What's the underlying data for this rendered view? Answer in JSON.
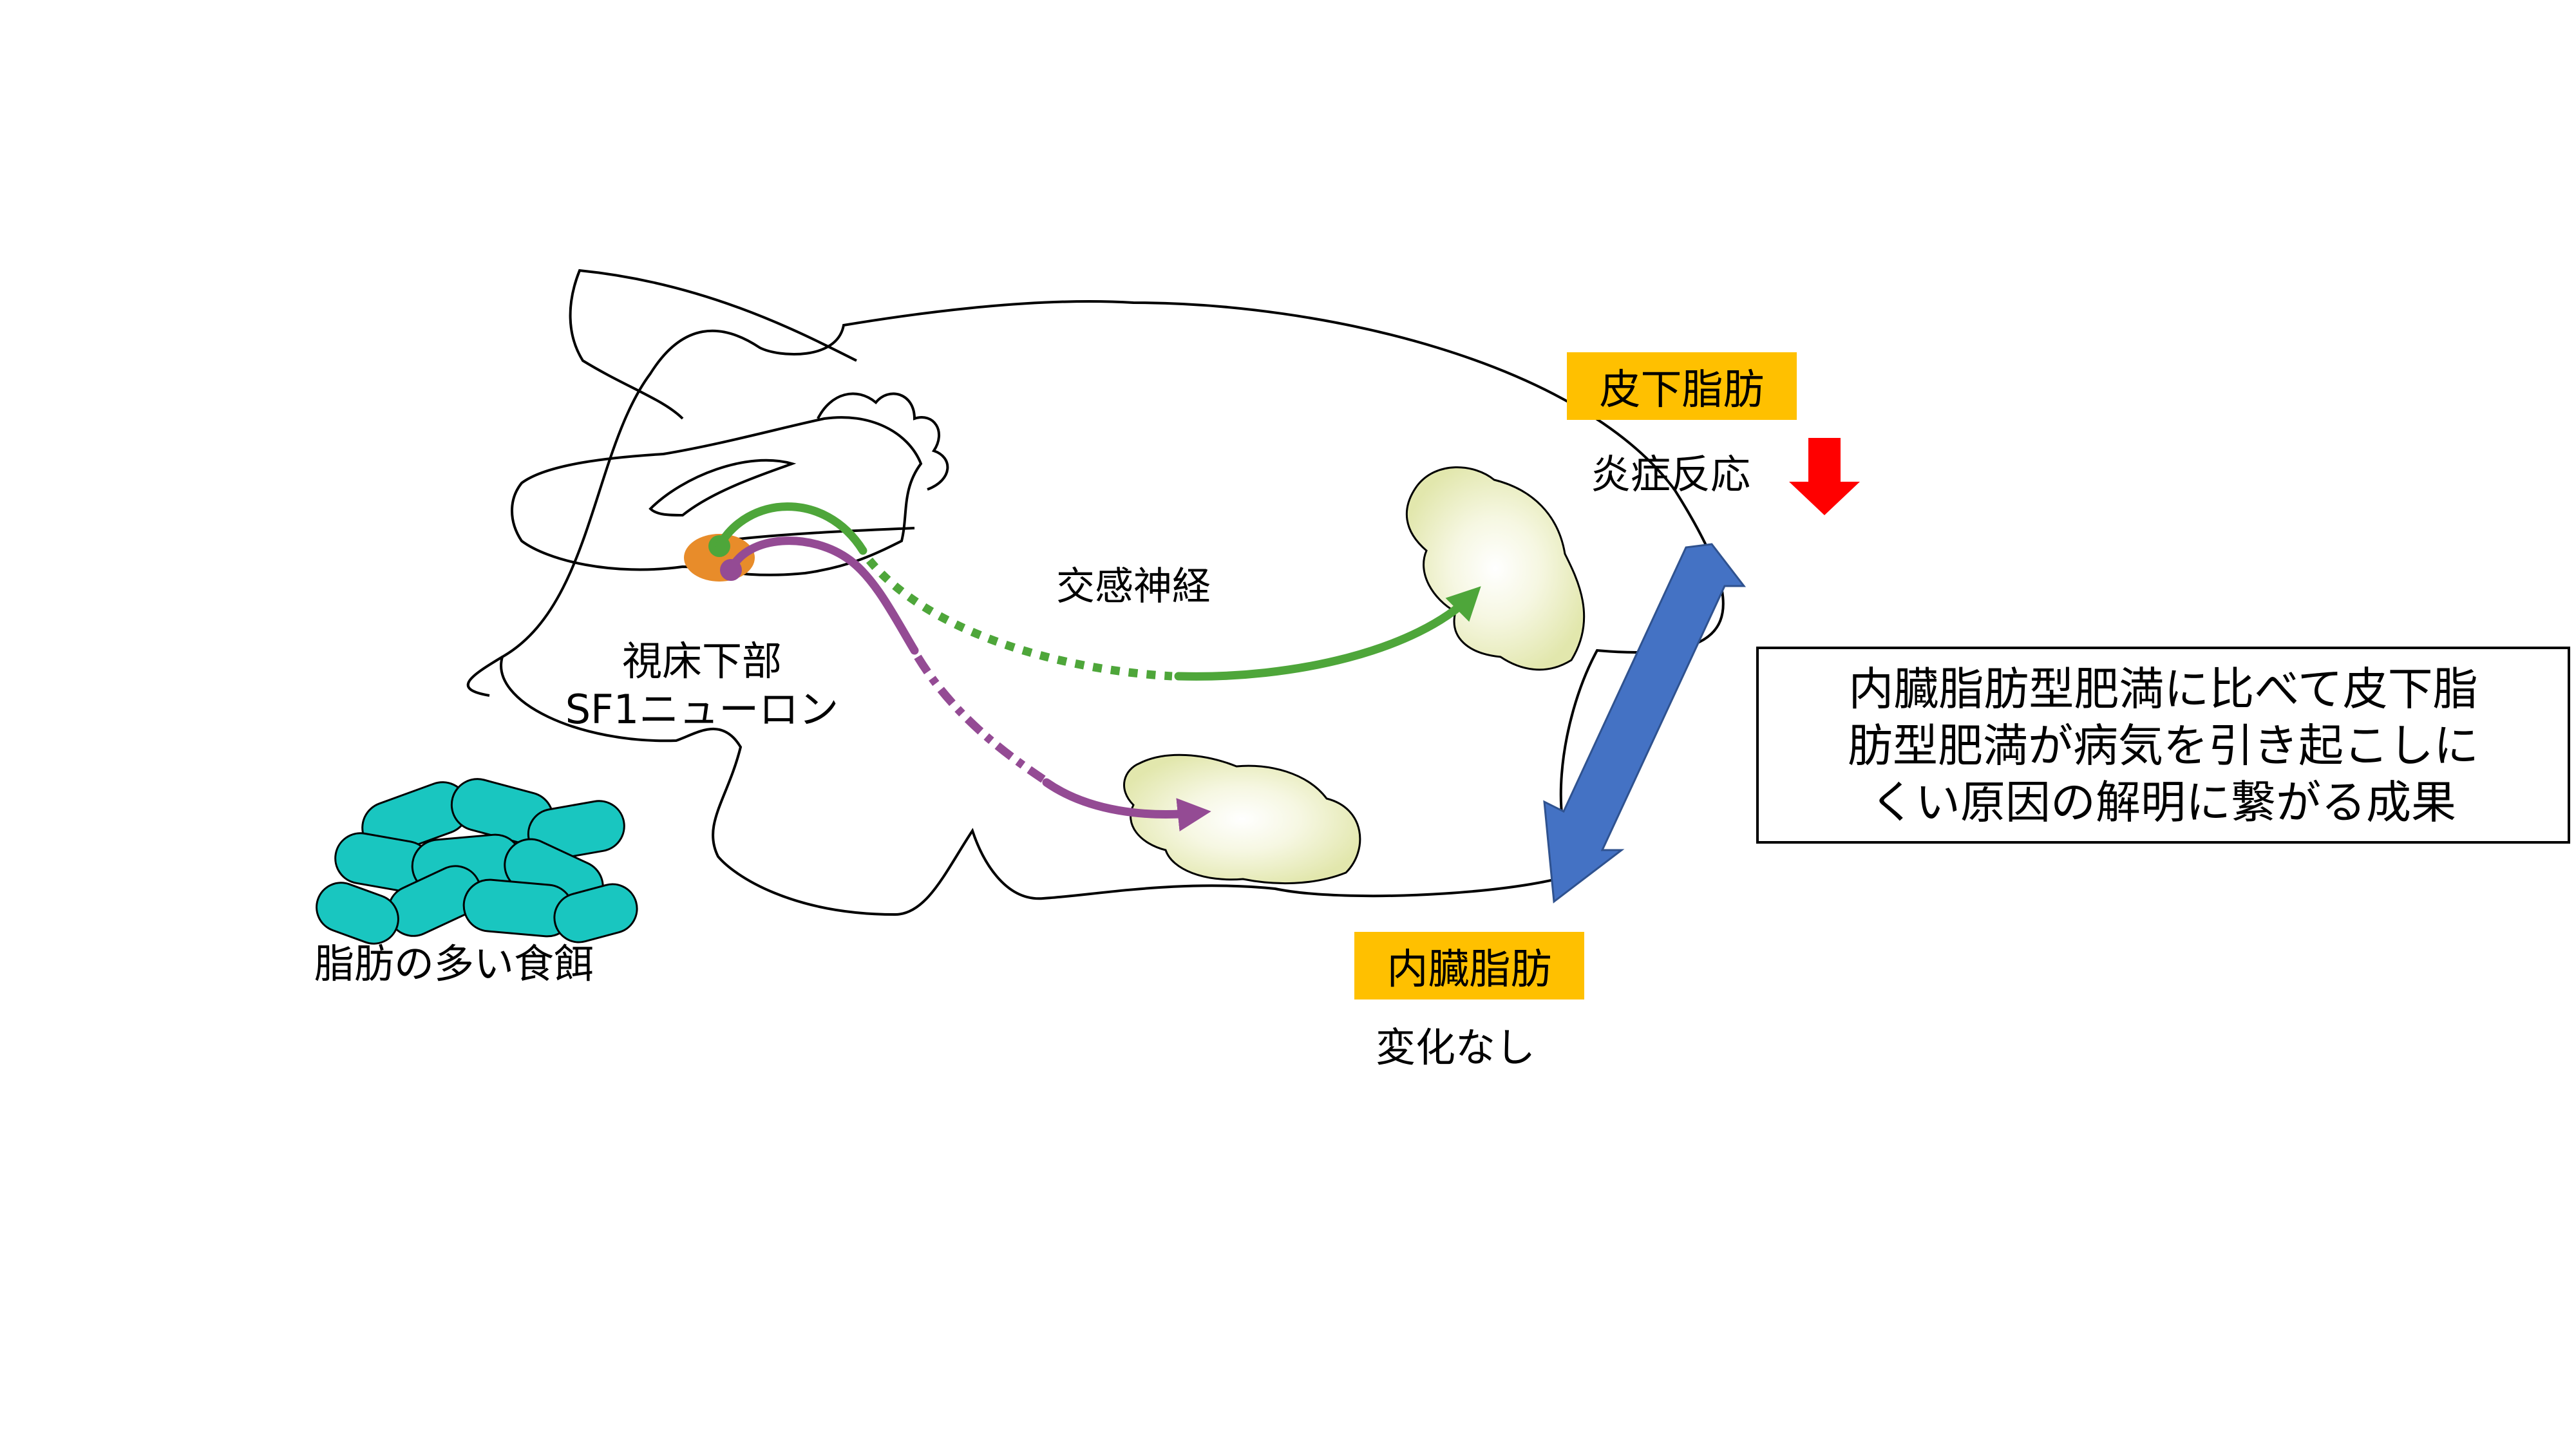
{
  "labels": {
    "sympathetic_nerve": "交感神経",
    "neuron_line1": "視床下部",
    "neuron_line2": "SF1ニューロン",
    "food": "脂肪の多い食餌",
    "subcutaneous_fat": "皮下脂肪",
    "inflammation": "炎症反応",
    "visceral_fat": "内臓脂肪",
    "no_change": "変化なし"
  },
  "conclusion": {
    "lines": [
      "内臓脂肪型肥満に比べて皮下脂",
      "肪型肥満が病気を引き起こしに",
      "くい原因の解明に繋がる成果"
    ]
  },
  "colors": {
    "green_pathway": "#4ea63a",
    "purple_pathway": "#944b94",
    "neuron_nucleus": "#e88c2a",
    "fat_tissue": "#e6eab2",
    "food_pellets": "#19c6c0",
    "tag_background": "#ffc000",
    "down_arrow": "#ff0000",
    "comparison_arrow": "#4472c4"
  },
  "icons": {
    "down_arrow": "red-down-arrow-icon",
    "comparison_arrow": "double-headed-arrow-icon"
  }
}
